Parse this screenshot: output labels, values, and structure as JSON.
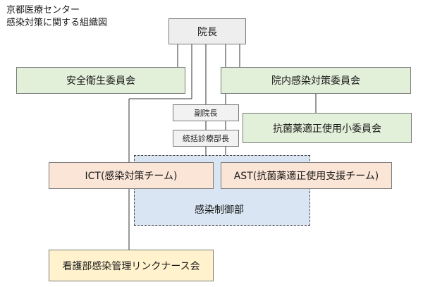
{
  "title": {
    "line1": "京都医療センター",
    "line2": "感染対策に関する組織図"
  },
  "nodes": {
    "director": "院長",
    "safety_committee": "安全衛生委員会",
    "infection_committee": "院内感染対策委員会",
    "antimicrobial_subcommittee": "抗菌薬適正使用小委員会",
    "vice_director": "副院長",
    "general_medical_director": "統括診療部長",
    "ict": "ICT(感染対策チーム)",
    "ast": "AST(抗菌薬適正使用支援チーム)",
    "infection_control_dept": "感染制御部",
    "nursing_link_nurse_meeting": "看護部感染管理リンクナース会"
  },
  "colors": {
    "director_fill": "#eeeeee",
    "committee_fill": "#e2efd9",
    "team_fill": "#fbe5d6",
    "department_fill": "#dae5f3",
    "nursing_fill": "#fff2cc",
    "line": "#333333"
  }
}
